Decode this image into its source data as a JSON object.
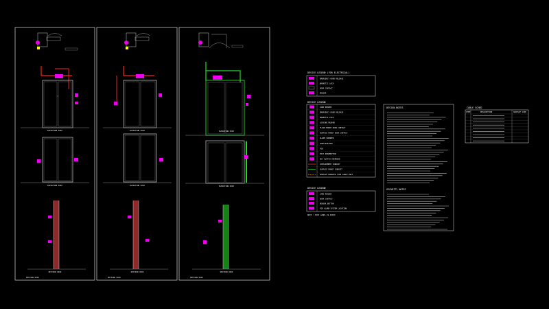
{
  "sheets": [
    {
      "detail_title": "SECTION XXXX",
      "elev1": "ELEVATION XXXX",
      "elev2": "ELEVATION XXXX",
      "section": "SECTION XXXX"
    },
    {
      "detail_title": "SECTION XXXX",
      "elev1": "ELEVATION XXXX",
      "elev2": "ELEVATION XXXX",
      "section": "SECTION XXXX"
    },
    {
      "detail_title": "SECTION XXXX",
      "elev1": "ELEVATION XXXX",
      "elev2": "ELEVATION XXXX",
      "section": "SECTION XXXX"
    }
  ],
  "legend1": {
    "title": "DEVICE LEGEND (FOR ELECTRICAL)",
    "items": [
      "EMERGENCY DOOR RELEASE",
      "MAGNETIC LOCK",
      "DOOR CONTACT",
      "READER"
    ]
  },
  "legend2": {
    "title": "DEVICE LEGEND",
    "items": [
      "CARD READER",
      "EMERGENCY DOOR RELEASE",
      "MAGNETIC LOCK",
      "LOCKING READER",
      "FLUSH MOUNT DOOR CONTACT",
      "SURFACE MOUNT DOOR CONTACT",
      "ALARM SOUNDER",
      "JUNCTION BOX",
      "PIR",
      "EXIT PUSHBUTTON",
      "KEY SWITCH OVERRIDE",
      "CONTAINMENT CONDUIT",
      "SURFACE MOUNT CONDUIT",
      "SURFACE MOUNTED TYPE CABLE DUCT"
    ]
  },
  "legend3": {
    "title": "DEVICE LEGEND",
    "items": [
      "CARD READER",
      "DOOR CONTACT",
      "READER BUTTON",
      "PIR ALARM SYSTEM LOCATION"
    ],
    "note": "NOTE : XXXX LABEL IS XXXXX"
  },
  "notes": {
    "title": "DESIGN NOTES",
    "security_title": "SECURITY NOTES"
  },
  "cable_table": {
    "title": "CABLE SCHED",
    "headers": [
      "ITEM",
      "DESCRIPTION",
      "SURFACE SIZE"
    ]
  }
}
